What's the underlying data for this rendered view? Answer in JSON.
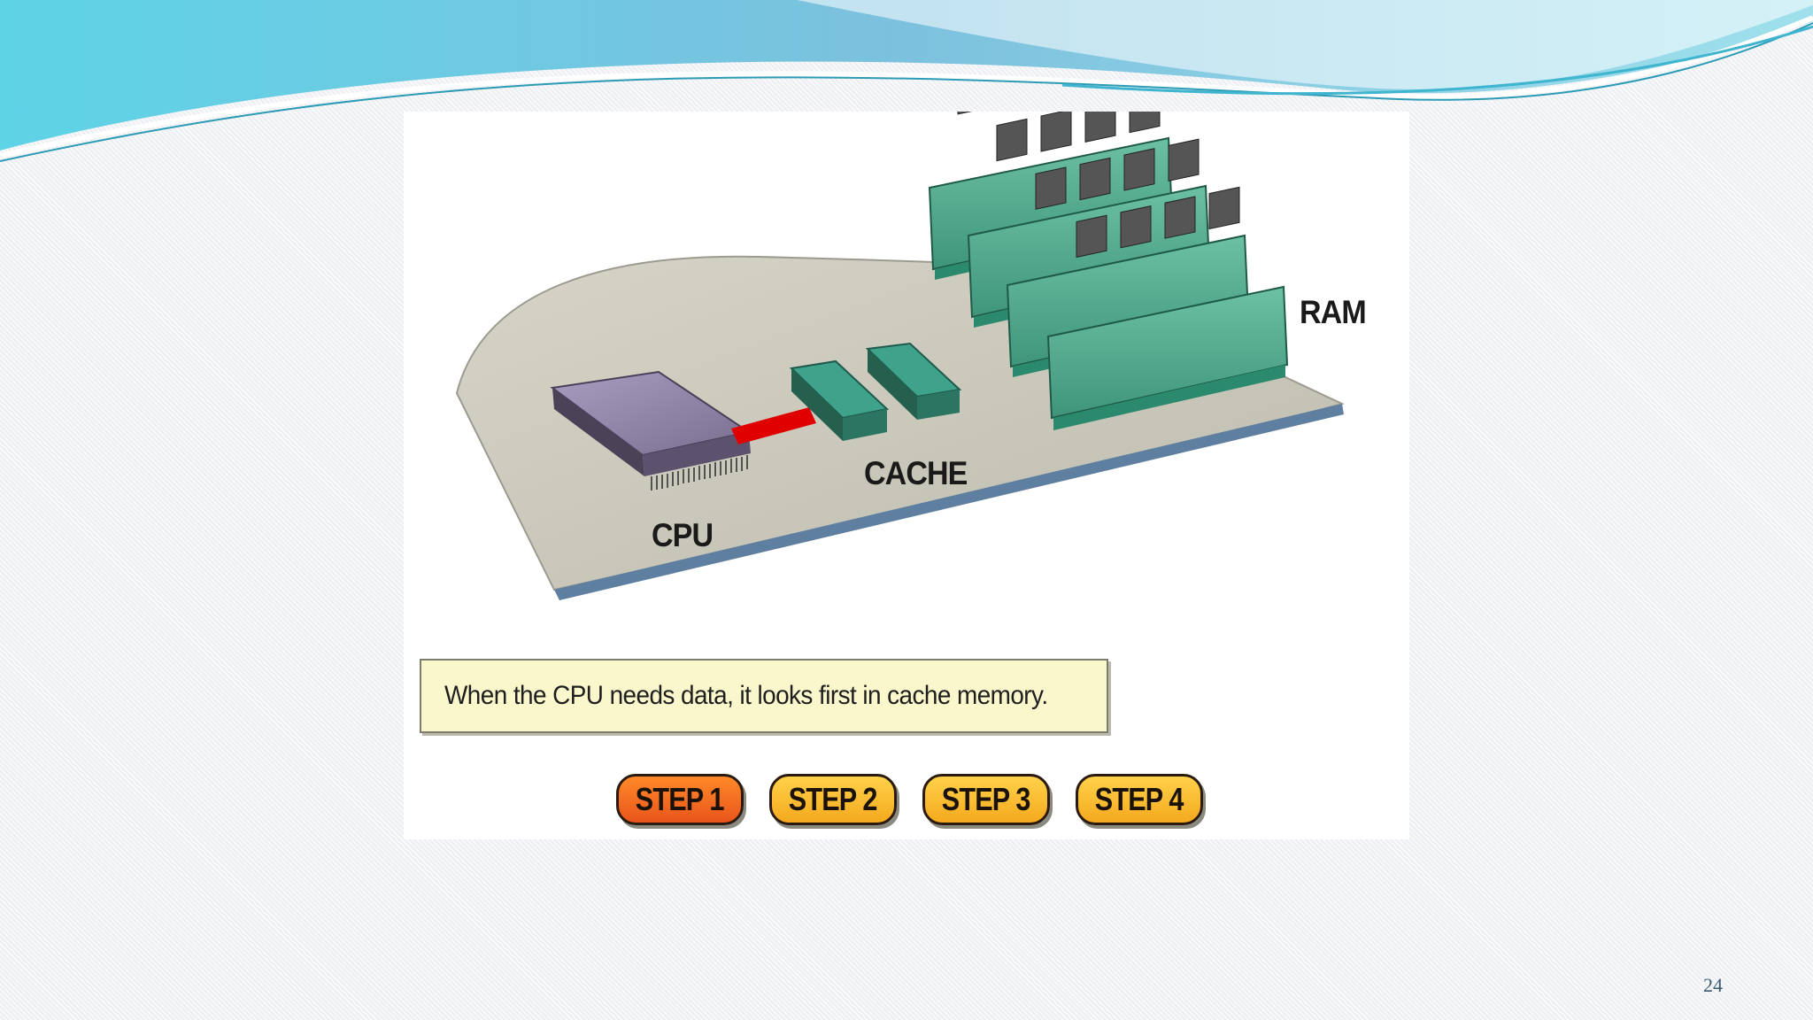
{
  "slide": {
    "page_number": "24",
    "accent_color": "#5fc6dd"
  },
  "figure": {
    "labels": {
      "ram": "RAM",
      "cache": "CACHE",
      "cpu": "CPU"
    },
    "caption": "When the CPU needs data, it looks first in cache memory.",
    "steps": [
      {
        "label": "STEP 1",
        "active": true,
        "color": "#ee6a22"
      },
      {
        "label": "STEP 2",
        "active": false,
        "color": "#f7b92a"
      },
      {
        "label": "STEP 3",
        "active": false,
        "color": "#f7b92a"
      },
      {
        "label": "STEP 4",
        "active": false,
        "color": "#f7b92a"
      }
    ],
    "colors": {
      "board": "#c9c8bb",
      "board_edge": "#6a89a8",
      "cpu_chip": "#8c7fa0",
      "cache_chip": "#3f9a86",
      "ram_module": "#4fa88c",
      "data_bus": "#e00000"
    }
  }
}
